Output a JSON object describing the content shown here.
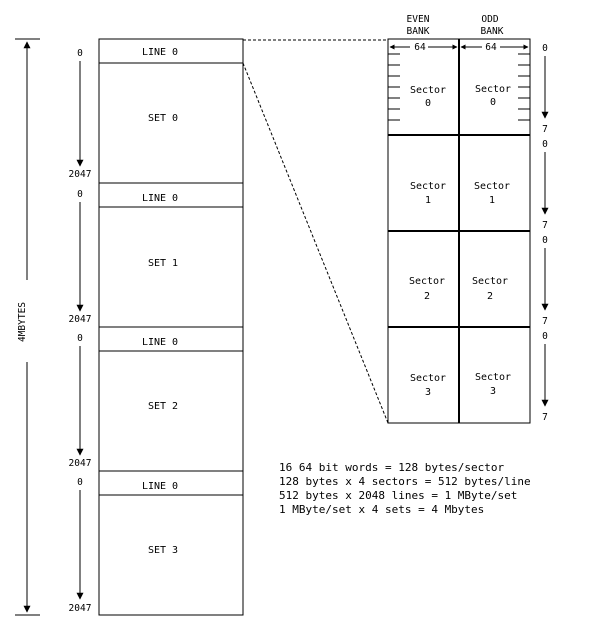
{
  "size_label": "4MBYTES",
  "line_label": "LINE 0",
  "line_start": "0",
  "line_end": "2047",
  "sets": [
    {
      "label": "SET 0"
    },
    {
      "label": "SET 1"
    },
    {
      "label": "SET 2"
    },
    {
      "label": "SET 3"
    }
  ],
  "even_bank": {
    "line1": "EVEN",
    "line2": "BANK",
    "width": "64"
  },
  "odd_bank": {
    "line1": "ODD",
    "line2": "BANK",
    "width": "64"
  },
  "sector_word": "Sector",
  "sectors": [
    "0",
    "1",
    "2",
    "3"
  ],
  "word_start": "0",
  "word_end": "7",
  "notes": [
    "16 64 bit words = 128 bytes/sector",
    "128 bytes x 4 sectors = 512 bytes/line",
    "512 bytes x 2048 lines = 1 MByte/set",
    "1 MByte/set x 4 sets = 4 Mbytes"
  ]
}
